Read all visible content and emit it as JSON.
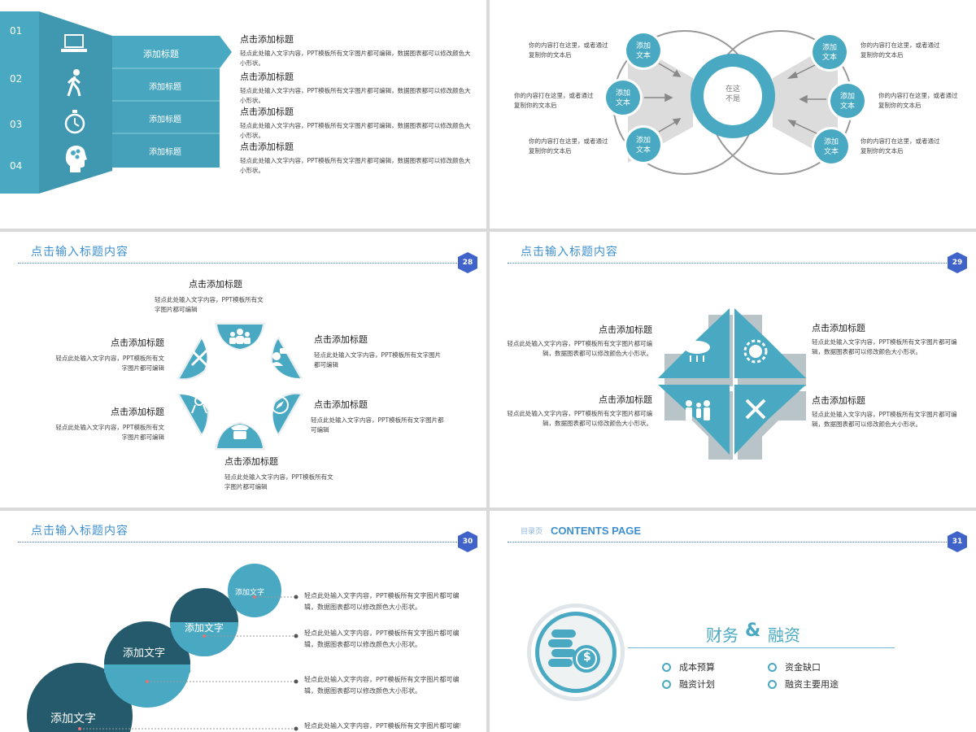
{
  "colors": {
    "accent": "#4aa9c2",
    "dark_accent": "#245a6b",
    "page_number_bg": "#3f63c8",
    "header_text": "#3d8fd0"
  },
  "slide1": {
    "numbers": [
      "01",
      "02",
      "03",
      "04"
    ],
    "icons": [
      "laptop-icon",
      "walking-person-icon",
      "stopwatch-icon",
      "head-brain-icon"
    ],
    "tabs": [
      "添加标题",
      "添加标题",
      "添加标题",
      "添加标题"
    ],
    "items": [
      {
        "title": "点击添加标题",
        "body": "轻点此处输入文字内容，PPT模板所有文字图片都可编辑，数据图表都可以修改颜色大小形状。"
      },
      {
        "title": "点击添加标题",
        "body": "轻点此处输入文字内容，PPT模板所有文字图片都可编辑，数据图表都可以修改颜色大小形状。"
      },
      {
        "title": "点击添加标题",
        "body": "轻点此处输入文字内容，PPT模板所有文字图片都可编辑，数据图表都可以修改颜色大小形状。"
      },
      {
        "title": "点击添加标题",
        "body": "轻点此处输入文字内容，PPT模板所有文字图片都可编辑，数据图表都可以修改颜色大小形状。"
      }
    ]
  },
  "slide2": {
    "center": "在这\n不是",
    "left_nodes": [
      "添加\n文本",
      "添加\n文本",
      "添加\n文本"
    ],
    "right_nodes": [
      "添加\n文本",
      "添加\n文本",
      "添加\n文本"
    ],
    "left_texts": [
      "你的内容打在这里，或者通过复制你的文本后",
      "你的内容打在这里，或者通过复制你的文本后",
      "你的内容打在这里，或者通过复制你的文本后"
    ],
    "right_texts": [
      "你的内容打在这里，或者通过复制你的文本后",
      "你的内容打在这里，或者通过复制你的文本后",
      "你的内容打在这里，或者通过复制你的文本后"
    ]
  },
  "slide3": {
    "title": "点击输入标题内容",
    "page": "28",
    "items": [
      {
        "title": "点击添加标题",
        "body": "轻点此处输入文字内容，PPT模板所有文字图片都可编辑"
      },
      {
        "title": "点击添加标题",
        "body": "轻点此处输入文字内容，PPT模板所有文字图片都可编辑"
      },
      {
        "title": "点击添加标题",
        "body": "轻点此处输入文字内容，PPT模板所有文字图片都可编辑"
      },
      {
        "title": "点击添加标题",
        "body": "轻点此处输入文字内容，PPT模板所有文字图片都可编辑"
      },
      {
        "title": "点击添加标题",
        "body": "轻点此处输入文字内容，PPT模板所有文字图片都可编辑"
      },
      {
        "title": "点击添加标题",
        "body": "轻点此处输入文字内容，PPT模板所有文字图片都可编辑"
      }
    ],
    "icons": [
      "team-icon",
      "chat-user-icon",
      "compass-icon",
      "telephone-icon",
      "network-person-icon",
      "tools-icon"
    ]
  },
  "slide4": {
    "title": "点击输入标题内容",
    "page": "29",
    "items": [
      {
        "title": "点击添加标题",
        "body": "轻点此处输入文字内容，PPT模板所有文字图片都可编辑，数据图表都可以修改颜色大小形状。"
      },
      {
        "title": "点击添加标题",
        "body": "轻点此处输入文字内容，PPT模板所有文字图片都可编辑，数据图表都可以修改颜色大小形状。"
      },
      {
        "title": "点击添加标题",
        "body": "轻点此处输入文字内容，PPT模板所有文字图片都可编辑，数据图表都可以修改颜色大小形状。"
      },
      {
        "title": "点击添加标题",
        "body": "轻点此处输入文字内容，PPT模板所有文字图片都可编辑，数据图表都可以修改颜色大小形状。"
      }
    ],
    "icons": [
      "cloud-rain-icon",
      "money-gear-icon",
      "family-icon",
      "tools-cross-icon"
    ]
  },
  "slide5": {
    "title": "点击输入标题内容",
    "page": "30",
    "circles": [
      "添加文字",
      "添加文字",
      "添加文字",
      "添加文字"
    ],
    "texts": [
      "轻点此处输入文字内容，PPT模板所有文字图片都可编辑，数据图表都可以修改颜色大小形状。",
      "轻点此处输入文字内容，PPT模板所有文字图片都可编辑，数据图表都可以修改颜色大小形状。",
      "轻点此处输入文字内容，PPT模板所有文字图片都可编辑，数据图表都可以修改颜色大小形状。",
      "轻点此处输入文字内容，PPT模板所有文字图片都可编辑"
    ]
  },
  "slide6": {
    "label": "目录页",
    "title": "CONTENTS PAGE",
    "page": "31",
    "heading_left": "财务",
    "amp": "&",
    "heading_right": "融资",
    "bullets": [
      "成本预算",
      "资金缺口",
      "融资计划",
      "融资主要用途"
    ]
  }
}
